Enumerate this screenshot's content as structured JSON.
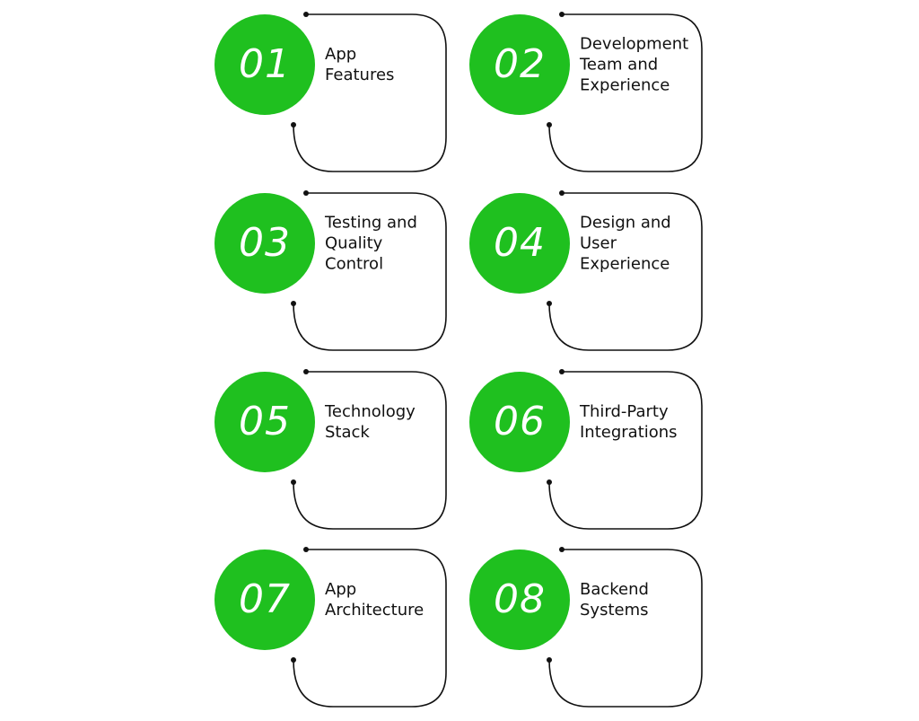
{
  "accent_color": "#1fc01f",
  "line_color": "#111111",
  "items": [
    {
      "number": "01",
      "label": "App\nFeatures"
    },
    {
      "number": "02",
      "label": "Development\nTeam and\nExperience"
    },
    {
      "number": "03",
      "label": "Testing and\nQuality\nControl"
    },
    {
      "number": "04",
      "label": "Design and\nUser\nExperience"
    },
    {
      "number": "05",
      "label": "Technology\nStack"
    },
    {
      "number": "06",
      "label": "Third-Party\nIntegrations"
    },
    {
      "number": "07",
      "label": "App\nArchitecture"
    },
    {
      "number": "08",
      "label": "Backend\nSystems"
    }
  ]
}
